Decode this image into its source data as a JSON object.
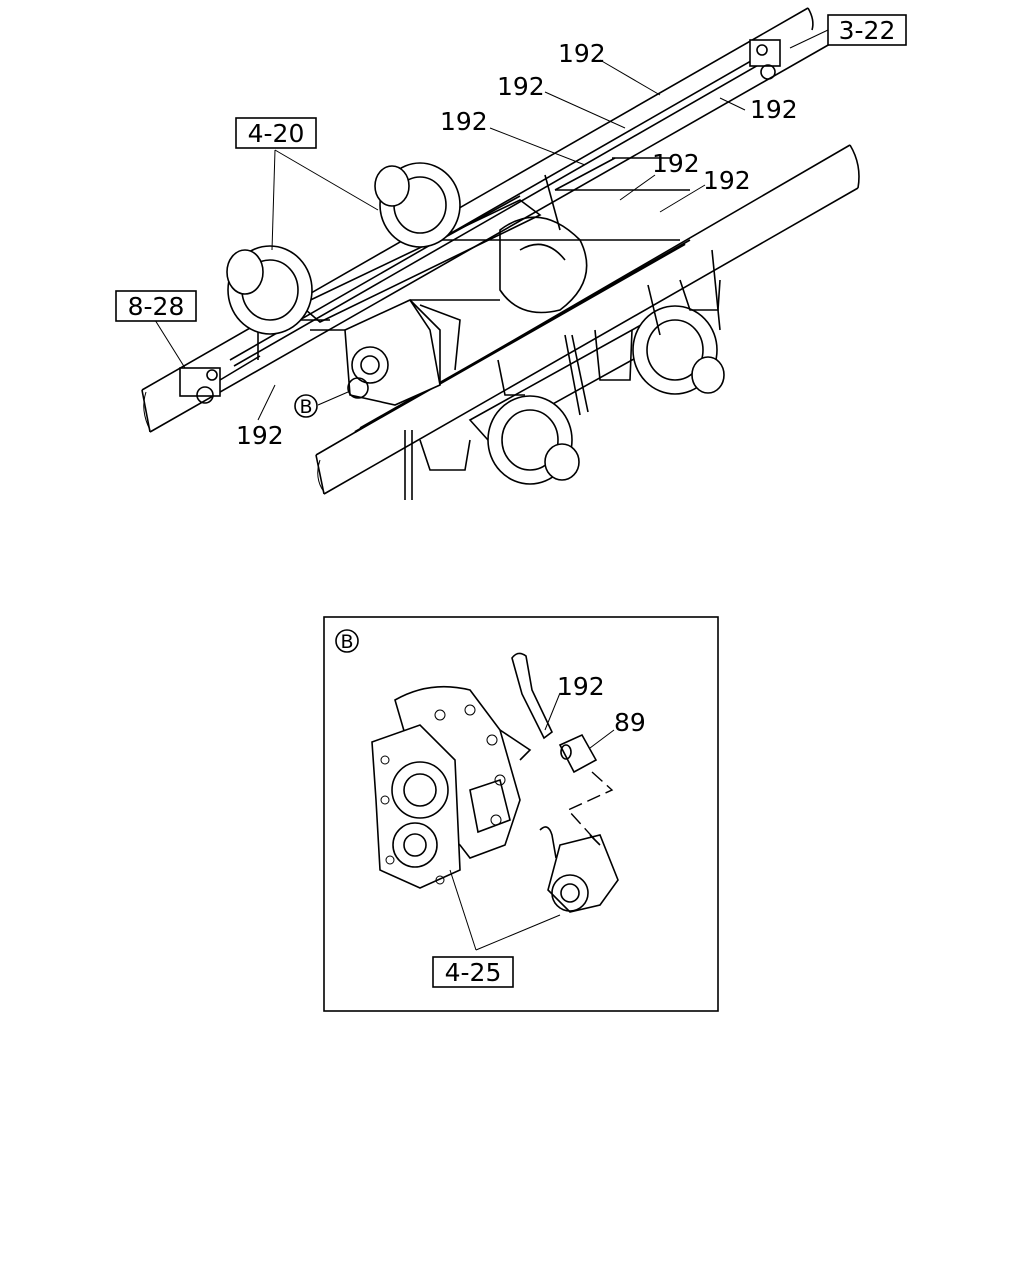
{
  "ref_labels": {
    "r3_22": "3-22",
    "r4_20": "4-20",
    "r8_28": "8-28",
    "r4_25": "4-25"
  },
  "part_labels": {
    "p192_a": "192",
    "p192_b": "192",
    "p192_c": "192",
    "p192_d": "192",
    "p192_e": "192",
    "p192_f": "192",
    "p192_g": "192",
    "p192_h": "192",
    "p89": "89"
  },
  "view_markers": {
    "callout_b": "B",
    "detail_b": "B"
  }
}
